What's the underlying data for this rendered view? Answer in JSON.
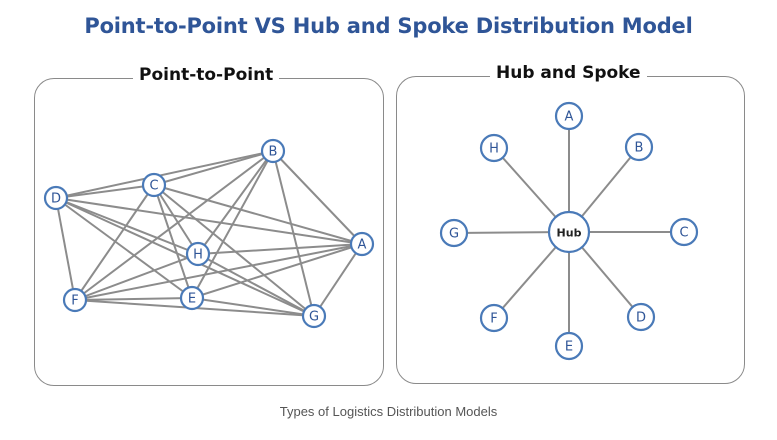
{
  "title": "Point-to-Point VS Hub and Spoke Distribution Model",
  "caption": "Types of Logistics Distribution Models",
  "colors": {
    "title": "#2f5597",
    "node_stroke": "#4a7ab8",
    "edge": "#8c8c8c",
    "panel_border": "#8a8a8a"
  },
  "point_to_point": {
    "title": "Point-to-Point",
    "nodes": [
      "A",
      "B",
      "C",
      "D",
      "E",
      "F",
      "G",
      "H"
    ],
    "edges": [
      [
        "D",
        "B"
      ],
      [
        "D",
        "C"
      ],
      [
        "D",
        "A"
      ],
      [
        "D",
        "G"
      ],
      [
        "D",
        "E"
      ],
      [
        "D",
        "H"
      ],
      [
        "D",
        "F"
      ],
      [
        "C",
        "B"
      ],
      [
        "C",
        "F"
      ],
      [
        "C",
        "E"
      ],
      [
        "C",
        "H"
      ],
      [
        "C",
        "G"
      ],
      [
        "C",
        "A"
      ],
      [
        "B",
        "F"
      ],
      [
        "B",
        "E"
      ],
      [
        "B",
        "H"
      ],
      [
        "B",
        "G"
      ],
      [
        "B",
        "A"
      ],
      [
        "H",
        "A"
      ],
      [
        "H",
        "F"
      ],
      [
        "H",
        "G"
      ],
      [
        "F",
        "A"
      ],
      [
        "F",
        "E"
      ],
      [
        "F",
        "G"
      ],
      [
        "E",
        "A"
      ],
      [
        "E",
        "G"
      ],
      [
        "G",
        "A"
      ]
    ]
  },
  "hub_and_spoke": {
    "title": "Hub and Spoke",
    "hub": "Hub",
    "spokes": [
      "A",
      "B",
      "C",
      "D",
      "E",
      "F",
      "G",
      "H"
    ]
  }
}
